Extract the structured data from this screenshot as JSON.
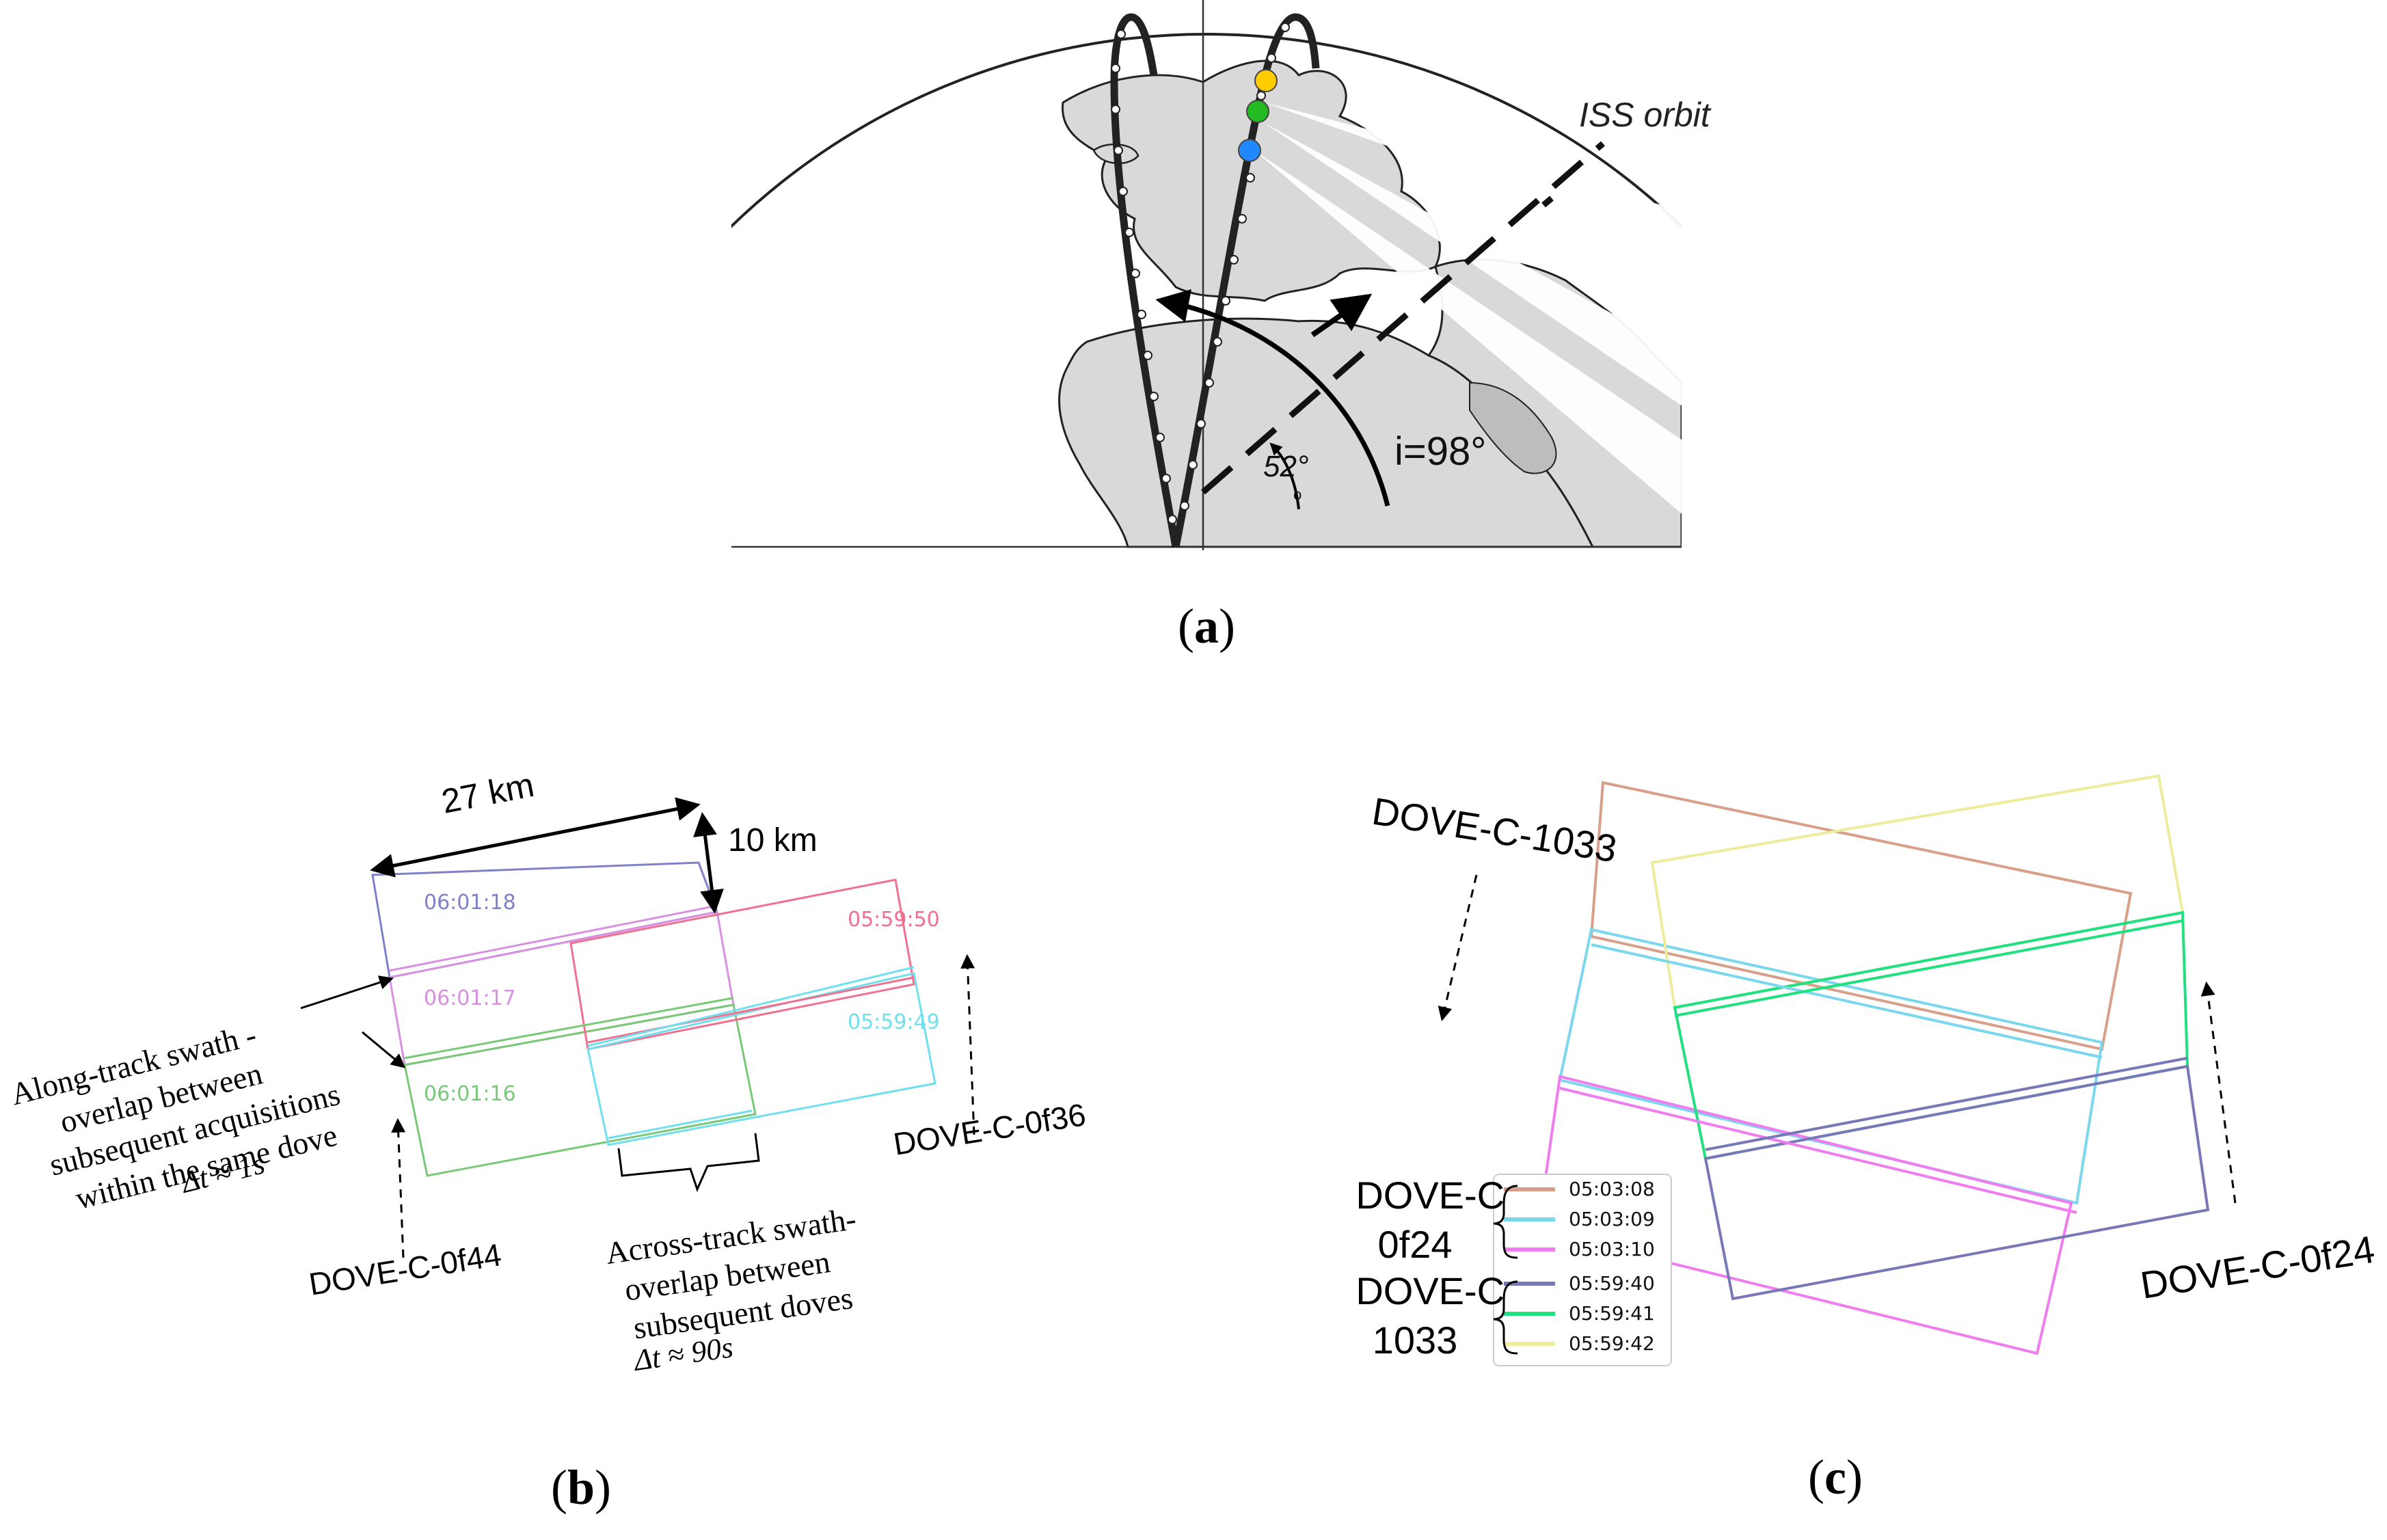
{
  "panel_a": {
    "caption_open": "(",
    "caption_letter": "a",
    "caption_close": ")",
    "iss_label": "ISS orbit",
    "inclination_label": "i=98°",
    "angle_label": "52°",
    "small_mark": "o",
    "sat_colors": [
      "#ffcc00",
      "#22bb22",
      "#2288ff"
    ]
  },
  "panel_b": {
    "caption_open": "(",
    "caption_letter": "b",
    "caption_close": ")",
    "width_label": "27 km",
    "height_label": "10 km",
    "frames": [
      {
        "time": "06:01:18",
        "color": "#8080c8"
      },
      {
        "time": "06:01:17",
        "color": "#d890e0"
      },
      {
        "time": "06:01:16",
        "color": "#78c878"
      },
      {
        "time": "05:59:50",
        "color": "#f07090"
      },
      {
        "time": "05:59:49",
        "color": "#70e0ec"
      }
    ],
    "along_track_lines": [
      "Along-track  swath -",
      "overlap between",
      "subsequent acquisitions",
      "within the same dove"
    ],
    "along_dt": "Δt ≈ 1s",
    "across_track_lines": [
      "Across-track swath-",
      "overlap between",
      "subsequent doves"
    ],
    "across_dt": "Δt ≈ 90s",
    "dove_left": "DOVE-C-0f44",
    "dove_right": "DOVE-C-0f36"
  },
  "panel_c": {
    "caption_open": "(",
    "caption_letter": "c",
    "caption_close": ")",
    "dove_top": "DOVE-C-1033",
    "dove_right": "DOVE-C-0f24",
    "group1_line1": "DOVE-C",
    "group1_line2": "0f24",
    "group2_line1": "DOVE-C",
    "group2_line2": "1033",
    "legend": [
      {
        "label": "05:03:08",
        "color": "#d8a08a"
      },
      {
        "label": "05:03:09",
        "color": "#7ad8ec"
      },
      {
        "label": "05:03:10",
        "color": "#f07cf0"
      },
      {
        "label": "05:59:40",
        "color": "#7878b8"
      },
      {
        "label": "05:59:41",
        "color": "#20e080"
      },
      {
        "label": "05:59:42",
        "color": "#ecec9c"
      }
    ]
  }
}
